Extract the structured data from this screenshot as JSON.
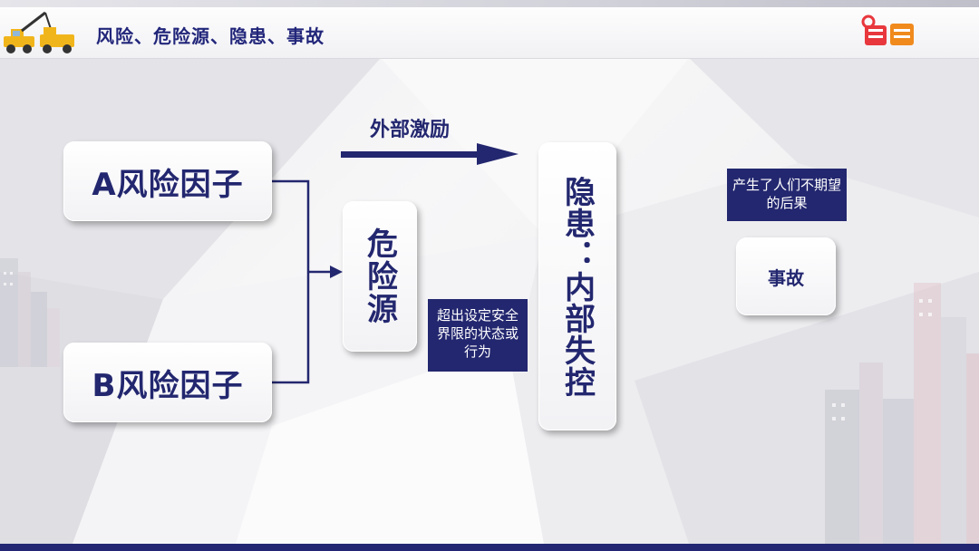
{
  "header": {
    "title": "风险、危险源、隐患、事故"
  },
  "nodes": {
    "factor_a": "A风险因子",
    "factor_b": "B风险因子",
    "hazard_source": "危险源",
    "hidden_danger": "隐患：内部失控",
    "accident": "事故"
  },
  "labels": {
    "external_incentive": "外部激励",
    "hazard_note": "超出设定安全界限的状态或行为",
    "accident_note": "产生了人们不期望的后果"
  },
  "icons": {
    "header_left": "construction-vehicles-icon",
    "header_right": "brand-logo-icon",
    "arrow": "arrow-right-icon"
  },
  "colors": {
    "primary": "#23276f",
    "background": "#f1f1f3",
    "logo_red": "#e8383d"
  }
}
